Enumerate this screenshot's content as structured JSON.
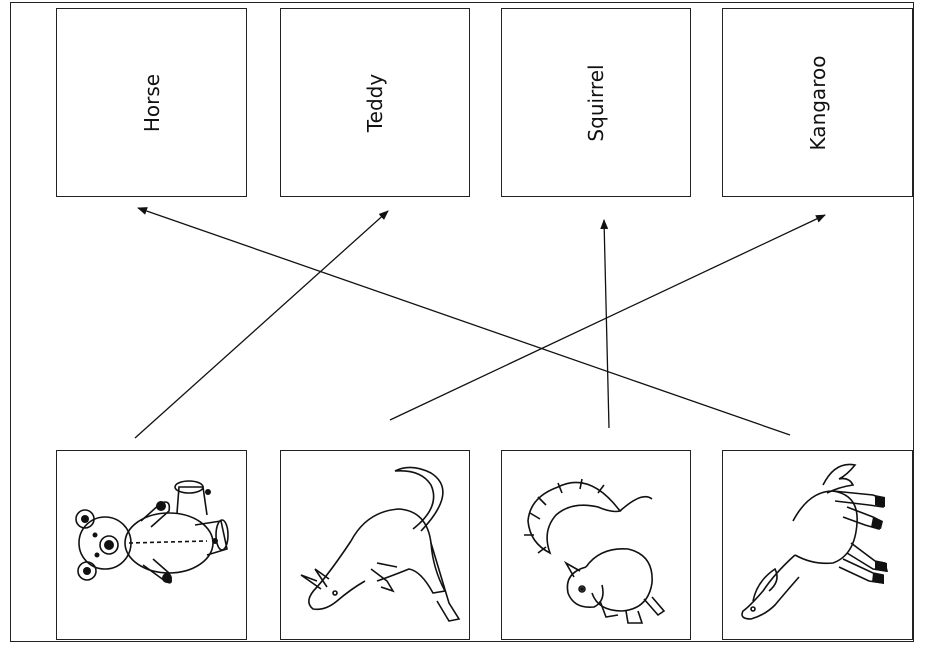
{
  "labels": {
    "horse": "Horse",
    "teddy": "Teddy",
    "squirrel": "Squirrel",
    "kangaroo": "Kangaroo"
  },
  "pictures": [
    {
      "animal": "teddy-bear",
      "icon": "teddy-bear-icon"
    },
    {
      "animal": "kangaroo",
      "icon": "kangaroo-icon"
    },
    {
      "animal": "squirrel",
      "icon": "squirrel-icon"
    },
    {
      "animal": "horse",
      "icon": "horse-icon"
    }
  ],
  "matches": [
    {
      "picture": "teddy-bear",
      "label": "Teddy"
    },
    {
      "picture": "kangaroo",
      "label": "Kangaroo"
    },
    {
      "picture": "squirrel",
      "label": "Squirrel"
    },
    {
      "picture": "horse",
      "label": "Horse"
    }
  ],
  "colors": {
    "ink": "#111111",
    "paper": "#ffffff"
  }
}
